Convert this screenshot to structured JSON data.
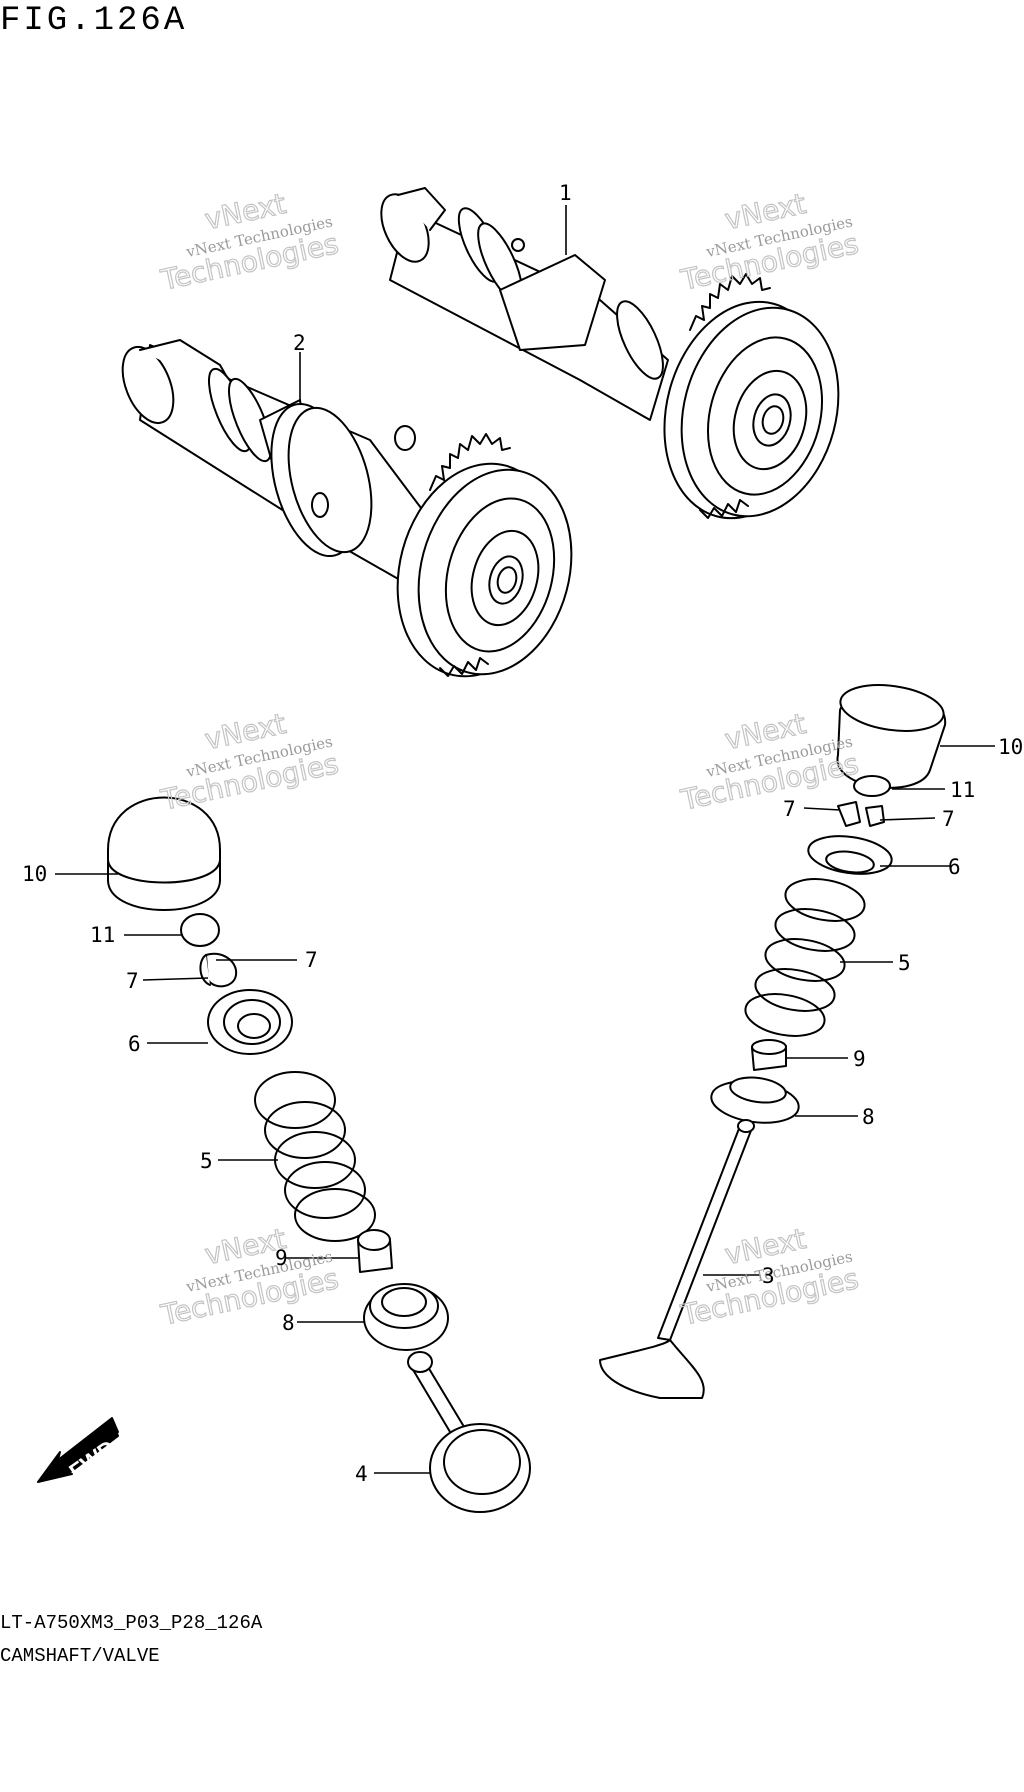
{
  "figure": {
    "title": "FIG.126A",
    "code": "LT-A750XM3_P03_P28_126A",
    "name": "CAMSHAFT/VALVE"
  },
  "watermark": {
    "line1": "vNext Technologies",
    "line2": "vNext",
    "line3": "Technologies"
  },
  "fwd_label": "FWD",
  "callouts": {
    "c1": "1",
    "c2": "2",
    "c3": "3",
    "c4": "4",
    "c5_left": "5",
    "c5_right": "5",
    "c6_left": "6",
    "c6_right": "6",
    "c7_left_a": "7",
    "c7_left_b": "7",
    "c7_right_a": "7",
    "c7_right_b": "7",
    "c8_left": "8",
    "c8_right": "8",
    "c9_left": "9",
    "c9_right": "9",
    "c10_left": "10",
    "c10_right": "10",
    "c11_left": "11",
    "c11_right": "11"
  },
  "colors": {
    "line": "#000000",
    "watermark": "#9a9a9a",
    "background": "#ffffff"
  }
}
